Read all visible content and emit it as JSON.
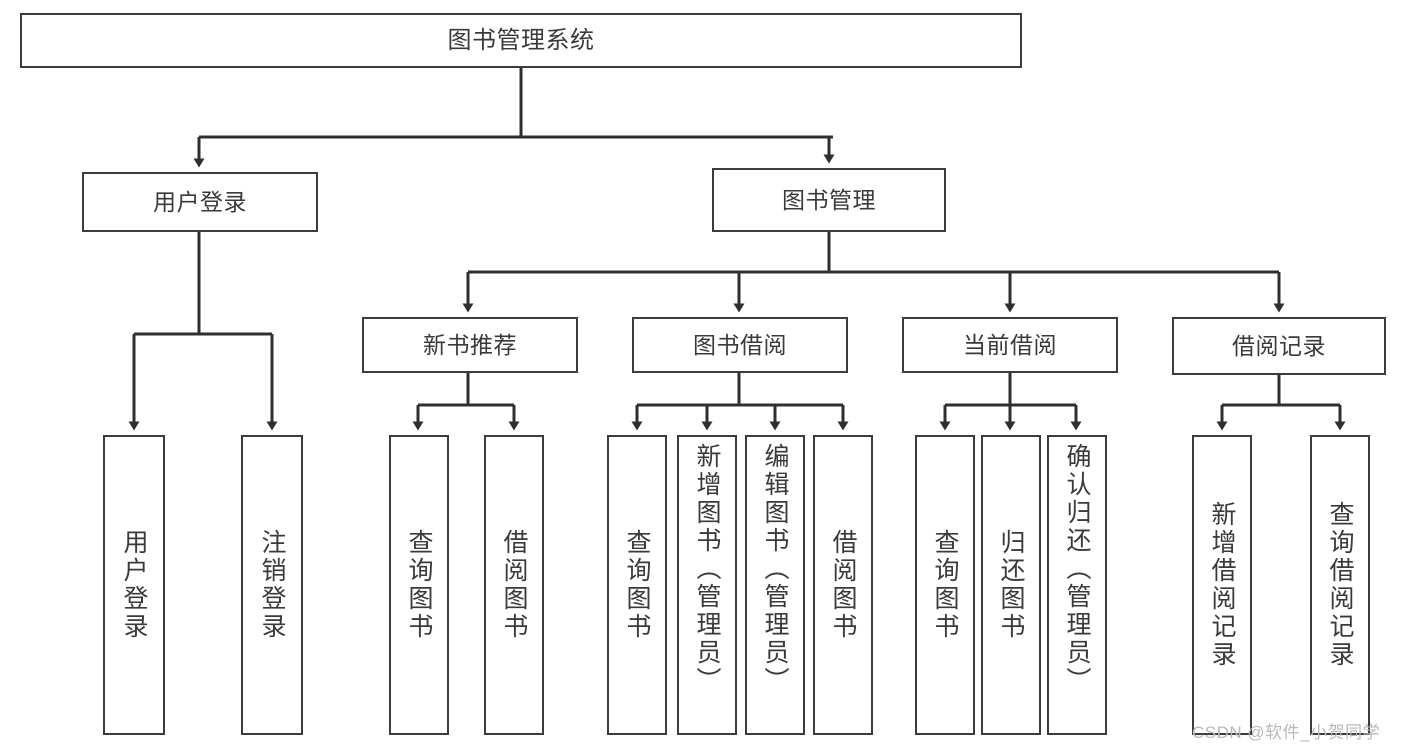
{
  "diagram": {
    "title": "图书管理系统",
    "type": "tree-hierarchy-diagram",
    "colors": {
      "background": "#ffffff",
      "box_border": "#3c3c3c",
      "box_fill": "#ffffff",
      "text": "#3a3a3a",
      "edge": "#2f2f2f",
      "watermark": "#b9b9b9"
    },
    "root": {
      "label": "图书管理系统"
    },
    "level2": [
      {
        "label": "用户登录"
      },
      {
        "label": "图书管理"
      }
    ],
    "level3": [
      {
        "label": "新书推荐"
      },
      {
        "label": "图书借阅"
      },
      {
        "label": "当前借阅"
      },
      {
        "label": "借阅记录"
      }
    ],
    "leaves": {
      "user_login": [
        {
          "label": "用户登录"
        },
        {
          "label": "注销登录"
        }
      ],
      "new_book_recommend": [
        {
          "label": "查询图书"
        },
        {
          "label": "借阅图书"
        }
      ],
      "book_borrow": [
        {
          "label": "查询图书"
        },
        {
          "label": "新增图书（管理员）"
        },
        {
          "label": "编辑图书（管理员）"
        },
        {
          "label": "借阅图书"
        }
      ],
      "current_borrow": [
        {
          "label": "查询图书"
        },
        {
          "label": "归还图书"
        },
        {
          "label": "确认归还（管理员）"
        }
      ],
      "borrow_record": [
        {
          "label": "新增借阅记录"
        },
        {
          "label": "查询借阅记录"
        }
      ]
    }
  },
  "watermark": {
    "text": "CSDN @软件_小贺同学"
  }
}
